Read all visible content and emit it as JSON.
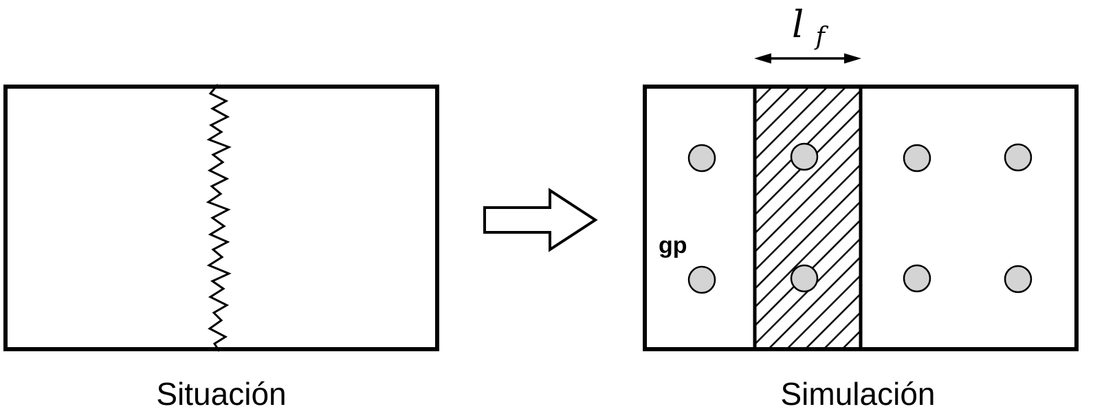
{
  "figure": {
    "title": "Crack representation: real situation vs. smeared-band simulation",
    "left_panel": {
      "label": "Situación",
      "feature": "zigzag-crack"
    },
    "right_panel": {
      "label": "Simulación",
      "gauss_point_label": "gp",
      "band_width_label": {
        "symbol": "l",
        "subscript": "f"
      },
      "feature": "hatched-crack-band"
    },
    "icons": {
      "transform_arrow": "right-block-arrow",
      "dimension_arrow": "double-headed-horizontal-arrow"
    },
    "gauss_points": {
      "left_region_count": 2,
      "band_count": 2,
      "right_region_count": 4,
      "total": 8
    },
    "colors": {
      "outline": "#000000",
      "background": "#ffffff",
      "gauss_point_fill": "#d4d4d4"
    }
  }
}
